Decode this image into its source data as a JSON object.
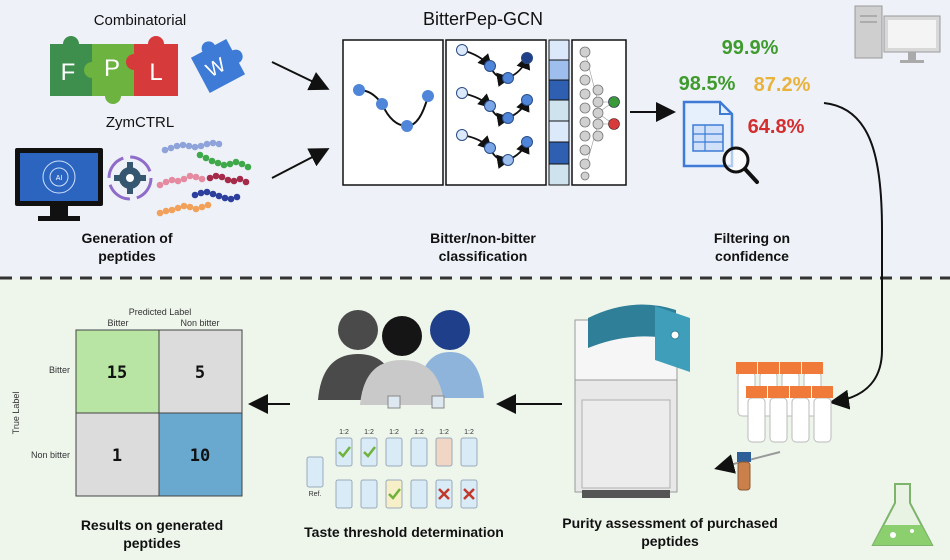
{
  "top": {
    "combinatorial_label": "Combinatorial",
    "puzzle_letters": [
      "F",
      "P",
      "L",
      "W"
    ],
    "zymctrl_label": "ZymCTRL",
    "screen_ai_label": "AI",
    "generation_caption_1": "Generation of",
    "generation_caption_2": "peptides",
    "model_title": "BitterPep-GCN",
    "classification_caption_1": "Bitter/non-bitter",
    "classification_caption_2": "classification",
    "filter_caption_1": "Filtering on",
    "filter_caption_2": "confidence",
    "confidence_values": [
      {
        "text": "99.9%",
        "color": "#3f9b2e"
      },
      {
        "text": "98.5%",
        "color": "#3f9b2e"
      },
      {
        "text": "87.2%",
        "color": "#e8b23c"
      },
      {
        "text": "64.8%",
        "color": "#d32f2f"
      }
    ]
  },
  "bottom": {
    "matrix": {
      "predicted_label": "Predicted Label",
      "true_label": "True Label",
      "col_labels": [
        "Bitter",
        "Non bitter"
      ],
      "row_labels": [
        "Bitter",
        "Non bitter"
      ],
      "cells": [
        "15",
        "5",
        "1",
        "10"
      ],
      "cell_colors": [
        "#b8e4a4",
        "#dcdcdc",
        "#dcdcdc",
        "#6aa9cf"
      ]
    },
    "results_caption_1": "Results on generated",
    "results_caption_2": "peptides",
    "taste_caption": "Taste threshold determination",
    "cup_ratio_label": "1:2",
    "ref_label": "Ref.",
    "purity_caption_1": "Purity assessment of purchased",
    "purity_caption_2": "peptides"
  },
  "colors": {
    "top_bg": "#eef2f8",
    "bottom_bg": "#eef6ec",
    "puzzle_green": "#3e8f4e",
    "puzzle_lime": "#6cb33f",
    "puzzle_red": "#d63a3a",
    "puzzle_blue": "#3d7bd6",
    "node_blue": "#4f86d9",
    "instrument_teal": "#2f7f99"
  }
}
